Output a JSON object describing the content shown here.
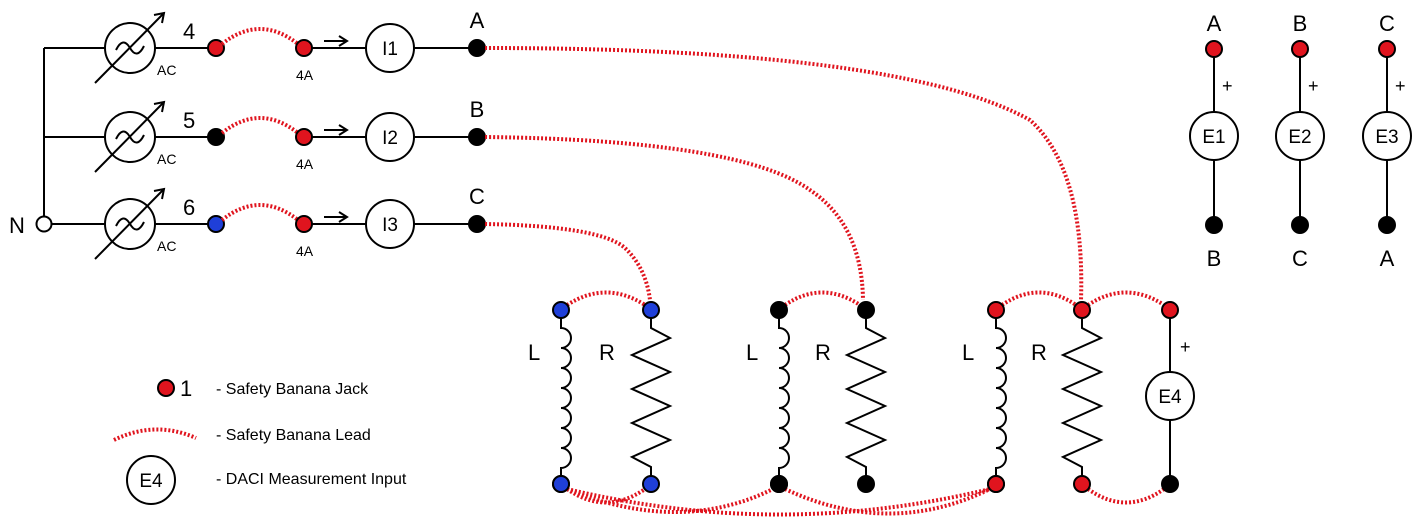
{
  "colors": {
    "jack_red": "#e0141e",
    "jack_blue": "#1f3fd8",
    "jack_black": "#000000",
    "lead": "#e0141e"
  },
  "neutral_label": "N",
  "sources": [
    {
      "number": "4",
      "type": "AC",
      "fuse": "4A",
      "meter": "I1",
      "phase": "A"
    },
    {
      "number": "5",
      "type": "AC",
      "fuse": "4A",
      "meter": "I2",
      "phase": "B"
    },
    {
      "number": "6",
      "type": "AC",
      "fuse": "4A",
      "meter": "I3",
      "phase": "C"
    }
  ],
  "voltmeters": [
    {
      "name": "E1",
      "top": "A",
      "bottom": "B",
      "polarity": "+"
    },
    {
      "name": "E2",
      "top": "B",
      "bottom": "C",
      "polarity": "+"
    },
    {
      "name": "E3",
      "top": "C",
      "bottom": "A",
      "polarity": "+"
    }
  ],
  "loads": [
    {
      "inductor": "L",
      "resistor": "R"
    },
    {
      "inductor": "L",
      "resistor": "R"
    },
    {
      "inductor": "L",
      "resistor": "R"
    }
  ],
  "load_meter": {
    "name": "E4",
    "polarity": "+"
  },
  "legend": {
    "jack_number": "1",
    "jack_text": "- Safety Banana Jack",
    "lead_text": "- Safety Banana Lead",
    "meter_symbol": "E4",
    "meter_text": "- DACI Measurement Input"
  }
}
